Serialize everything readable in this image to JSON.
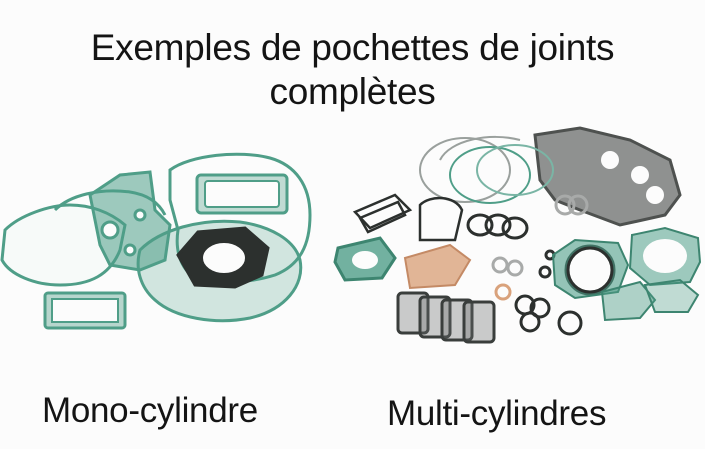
{
  "title": {
    "line1": "Exemples de pochettes de joints",
    "line2": "complètes"
  },
  "images": {
    "mono": {
      "label": "mono-cylinder-gasket-kit-photo"
    },
    "multi": {
      "label": "multi-cylinder-gasket-kit-photo"
    }
  },
  "captions": {
    "left": "Mono-cylindre",
    "right": "Multi-cylindres"
  },
  "colors": {
    "gasket_green": "#4f9e88",
    "gasket_dark": "#2c302e",
    "gasket_gray": "#6b6e6c",
    "gasket_copper": "#d9a27c",
    "text": "#141414",
    "background": "#fcfcfc"
  }
}
